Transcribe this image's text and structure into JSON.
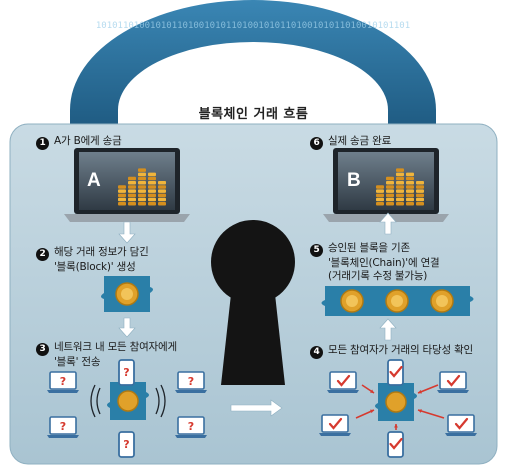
{
  "title": "블록체인 거래 흐름",
  "steps": [
    {
      "num": "1",
      "lines": [
        "A가 B에게 송금"
      ]
    },
    {
      "num": "2",
      "lines": [
        "해당 거래 정보가 담긴",
        "'블록(Block)' 생성"
      ]
    },
    {
      "num": "3",
      "lines": [
        "네트워크 내 모든 참여자에게",
        "'블록' 전송"
      ]
    },
    {
      "num": "4",
      "lines": [
        "모든 참여자가 거래의 타당성 확인"
      ]
    },
    {
      "num": "5",
      "lines": [
        "승인된 블록을 기존",
        "'블록체인(Chain)'에 연결",
        "(거래기록 수정 불가능)"
      ]
    },
    {
      "num": "6",
      "lines": [
        "실제 송금 완료"
      ]
    }
  ],
  "laptops": [
    {
      "label": "A"
    },
    {
      "label": "B"
    }
  ],
  "question_mark": "?",
  "binary": "1010110100101011010010101101001010110100101011010010101101",
  "colors": {
    "panel": "#bcd3de",
    "panel_dark": "#9ab7c6",
    "lock_arc": "#2b6f9a",
    "keyhole": "#141414",
    "accent": "#d63a2f",
    "gold": "#e0a12a",
    "block": "#2a7fa8"
  }
}
